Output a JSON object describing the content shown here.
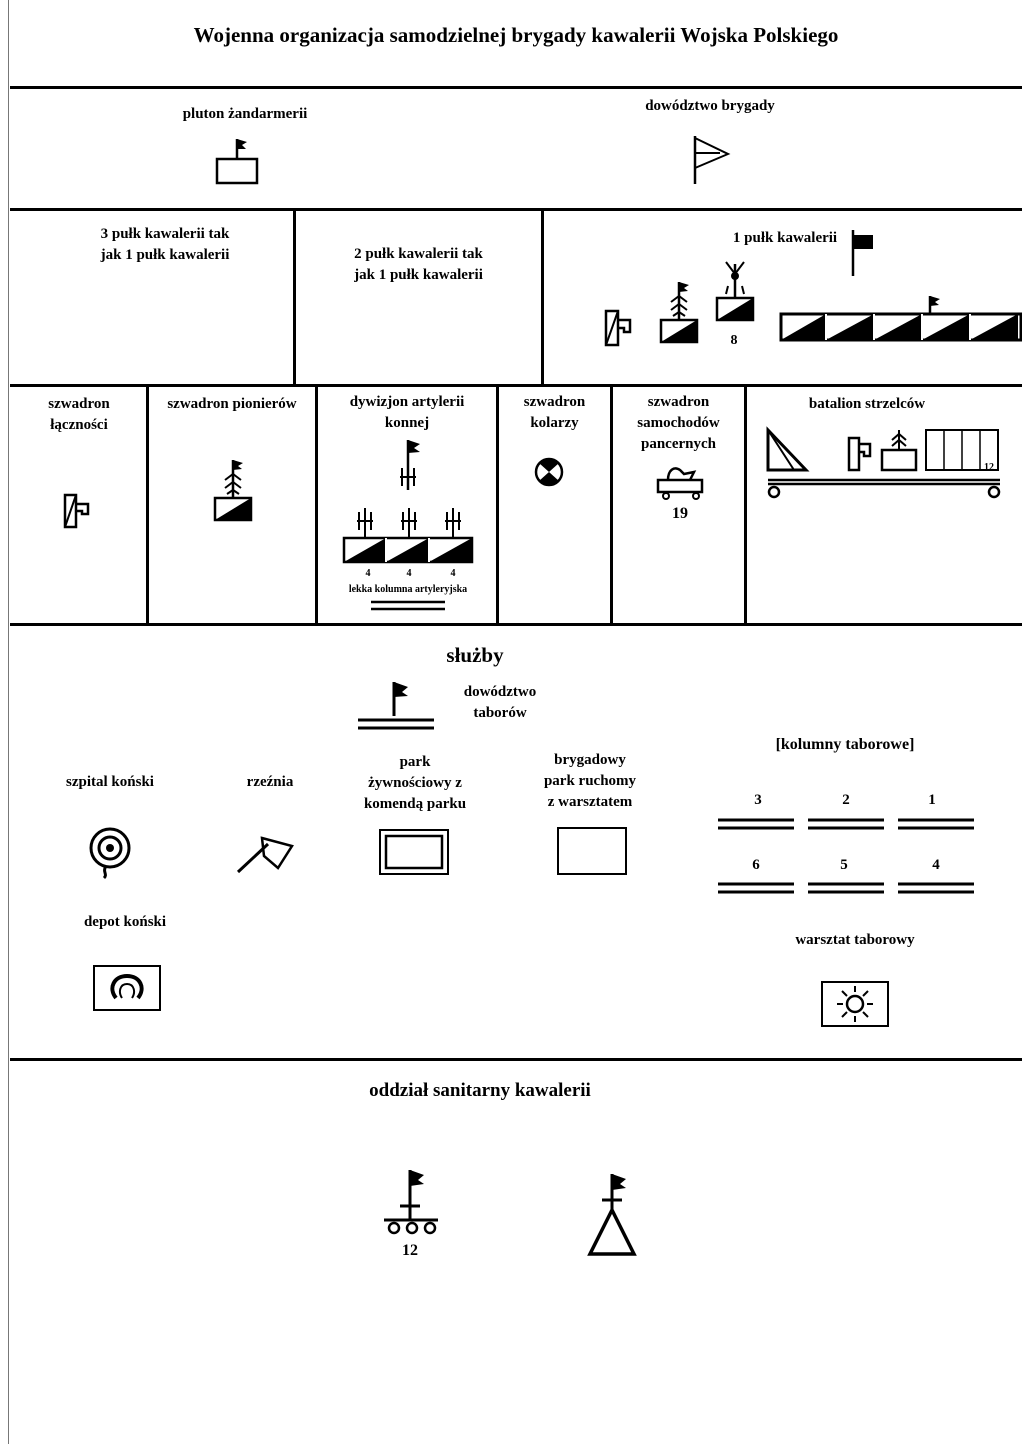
{
  "title": "Wojenna organizacja samodzielnej brygady kawalerii Wojska Polskiego",
  "header": {
    "gendarmerie": "pluton żandarmerii",
    "brigade_hq": "dowództwo brygady"
  },
  "regiments": {
    "reg3": "3 pułk kawalerii tak\njak 1 pułk kawalerii",
    "reg2": "2 pułk kawalerii tak\njak 1 pułk kawalerii",
    "reg1": "1 pułk kawalerii",
    "reg1_number": "8"
  },
  "units": {
    "signals": "szwadron\nłączności",
    "pioneers": "szwadron pionierów",
    "artillery": "dywizjon artylerii\nkonnej",
    "artillery_numbers": [
      "4",
      "4",
      "4"
    ],
    "artillery_column": "lekka kolumna artyleryjska",
    "cyclists": "szwadron\nkolarzy",
    "armored_cars": "szwadron\nsamochodów\npancernych",
    "armored_cars_number": "19",
    "rifle_battalion": "batalion strzelców",
    "rifle_number": "12"
  },
  "services": {
    "title": "służby",
    "train_hq": "dowództwo\ntaborów",
    "horse_hospital": "szpital koński",
    "slaughterhouse": "rzeźnia",
    "food_park": "park\nżywnościowy z\nkomendą parku",
    "mobile_park": "brygadowy\npark ruchomy\nz warsztatem",
    "train_columns": "[kolumny taborowe]",
    "column_numbers": [
      "3",
      "2",
      "1",
      "6",
      "5",
      "4"
    ],
    "horse_depot": "depot koński",
    "train_workshop": "warsztat taborowy"
  },
  "medical": {
    "title": "oddział sanitarny kawalerii",
    "number": "12"
  }
}
